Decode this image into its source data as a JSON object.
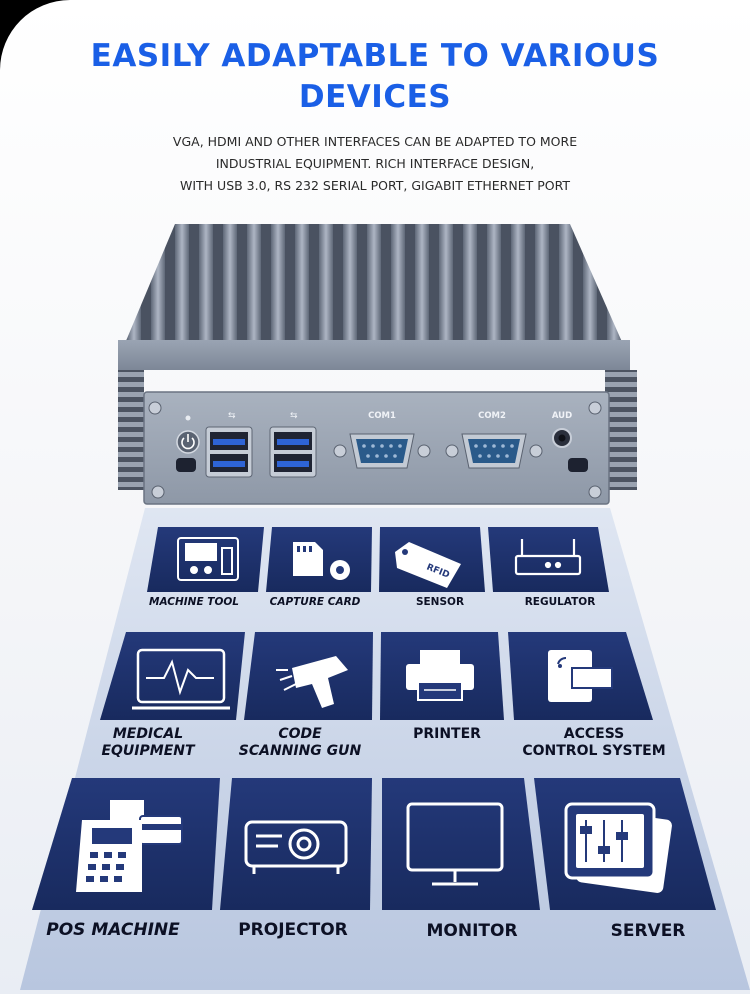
{
  "header": {
    "title_line1": "EASILY ADAPTABLE TO VARIOUS",
    "title_line2": "DEVICES",
    "subtitle_lines": [
      "VGA, HDMI AND OTHER INTERFACES CAN BE ADAPTED TO MORE",
      "INDUSTRIAL EQUIPMENT. RICH INTERFACE DESIGN,",
      "WITH USB 3.0, RS 232 SERIAL PORT, GIGABIT ETHERNET PORT"
    ]
  },
  "device": {
    "port_com1": "COM1",
    "port_com2": "COM2",
    "port_aud": "AUD"
  },
  "devices_row1": [
    {
      "label": "MACHINE TOOL",
      "icon": "machine-tool-icon"
    },
    {
      "label": "CAPTURE CARD",
      "icon": "capture-card-icon"
    },
    {
      "label": "SENSOR",
      "icon": "rfid-sensor-icon",
      "tag_text": "RFID"
    },
    {
      "label": "REGULATOR",
      "icon": "router-icon"
    }
  ],
  "devices_row2": [
    {
      "label_lines": [
        "MEDICAL",
        "EQUIPMENT"
      ],
      "icon": "medical-monitor-icon"
    },
    {
      "label_lines": [
        "CODE",
        "SCANNING GUN"
      ],
      "icon": "barcode-scanner-icon"
    },
    {
      "label_lines": [
        "PRINTER"
      ],
      "icon": "printer-icon"
    },
    {
      "label_lines": [
        "ACCESS",
        "CONTROL SYSTEM"
      ],
      "icon": "access-control-icon"
    }
  ],
  "devices_row3": [
    {
      "label": "POS MACHINE",
      "icon": "pos-terminal-icon"
    },
    {
      "label": "PROJECTOR",
      "icon": "projector-icon"
    },
    {
      "label": "MONITOR",
      "icon": "monitor-icon"
    },
    {
      "label": "SERVER",
      "icon": "server-icon"
    }
  ],
  "colors": {
    "title_blue": "#1a5fe6",
    "tile_navy": "#1d2f66",
    "floor": "#c9d4e8",
    "label_text": "#0c1024"
  }
}
